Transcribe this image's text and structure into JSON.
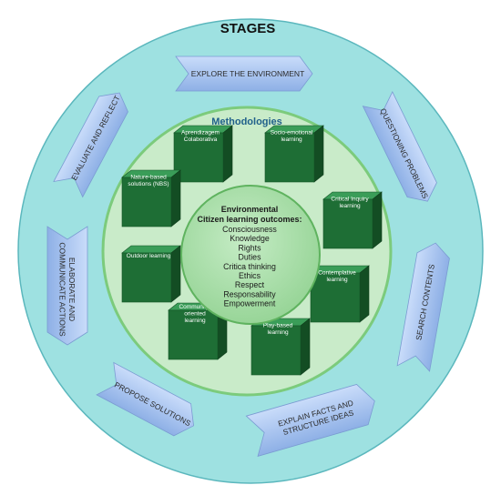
{
  "title": "STAGES",
  "methodologies_title": "Methodologies",
  "stages": [
    "EXPLORE THE ENVIRONMENT",
    "QUESTIONING PROBLEMS",
    "SEARCH CONTENTS",
    "EXPLAIN FACTS AND STRUCTURE IDEAS",
    "PROPOSE SOLUTIONS",
    "ELABORATE AND COMMUNICATE ACTIONS",
    "EVALUATE AND REFLECT"
  ],
  "methodologies": [
    "Aprendizagem Colaborativa",
    "Socio-emotional learning",
    "Critical Inquiry learning",
    "Contemplative learning",
    "Play-based learning",
    "Community-oriented learning",
    "Outdoor learning",
    "Nature-based solutions (NBS)"
  ],
  "center": {
    "heading_line1": "Environmental",
    "heading_line2": "Citizen learning outcomes:",
    "outcomes": [
      "Consciousness",
      "Knowledge",
      "Rights",
      "Duties",
      "Critica thinking",
      "Ethics",
      "Respect",
      "Responsability",
      "Empowerment"
    ]
  },
  "colors": {
    "outer_ring": "#9ee1e1",
    "middle_ring": "#c9ebc9",
    "inner_circle": "#a8dfa8",
    "cube": "#1e6e35",
    "arrow": "#a9c4ee"
  }
}
